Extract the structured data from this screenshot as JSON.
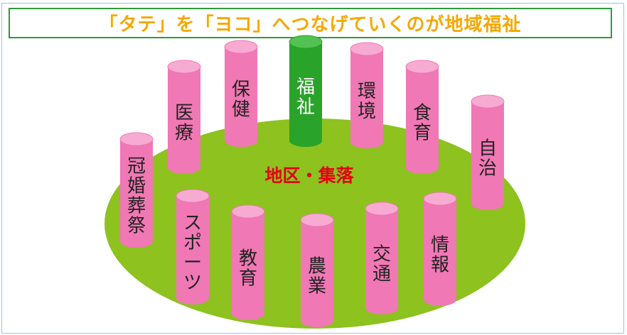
{
  "title": "「タテ」を「ヨコ」へつなげていくのが地域福祉",
  "center_label": "地区・集落",
  "colors": {
    "title": "#f5a800",
    "title_border": "#2e9b3a",
    "ellipse": "#8dc21f",
    "pillar": "#f078b4",
    "pillar_top": "#f7abd3",
    "pillar_highlight": "#29a329",
    "center_label": "#e60012"
  },
  "pillars": [
    {
      "label": "冠婚葬祭",
      "highlight": false
    },
    {
      "label": "医療",
      "highlight": false
    },
    {
      "label": "保健",
      "highlight": false
    },
    {
      "label": "福祉",
      "highlight": true
    },
    {
      "label": "環境",
      "highlight": false
    },
    {
      "label": "食育",
      "highlight": false
    },
    {
      "label": "自治",
      "highlight": false
    },
    {
      "label": "スポーツ",
      "highlight": false
    },
    {
      "label": "教育",
      "highlight": false
    },
    {
      "label": "農業",
      "highlight": false
    },
    {
      "label": "交通",
      "highlight": false
    },
    {
      "label": "情報",
      "highlight": false
    }
  ]
}
